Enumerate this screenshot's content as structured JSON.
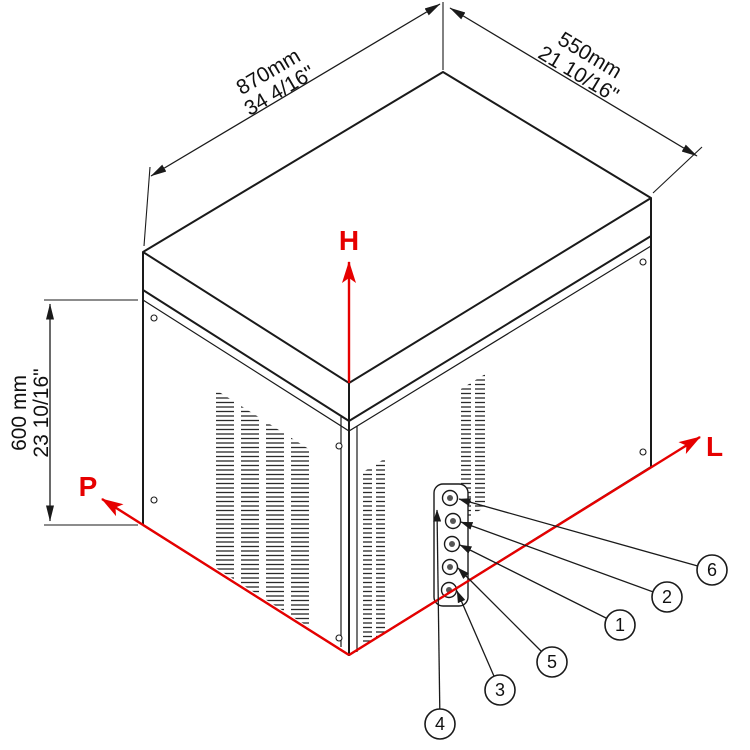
{
  "title": "ice-machine-dimension-diagram",
  "colors": {
    "axis_red": "#e60000",
    "line_black": "#1a1a1a",
    "background": "#ffffff"
  },
  "dimensions": {
    "width_metric": "870mm",
    "width_imperial": "34 4/16\"",
    "depth_metric": "550mm",
    "depth_imperial": "21 10/16\"",
    "height_metric": "600 mm",
    "height_imperial": "23 10/16\""
  },
  "axes": {
    "h": "H",
    "l": "L",
    "p": "P"
  },
  "callouts": [
    {
      "label": "6"
    },
    {
      "label": "2"
    },
    {
      "label": "1"
    },
    {
      "label": "5"
    },
    {
      "label": "3"
    },
    {
      "label": "4"
    }
  ]
}
